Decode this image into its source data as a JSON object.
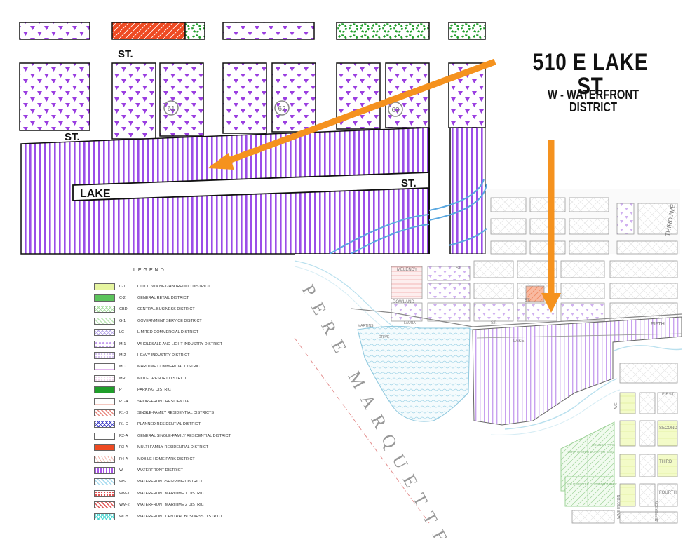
{
  "title": "510 E LAKE ST",
  "subtitle": "W - WATERFRONT DISTRICT",
  "top_map": {
    "labels": [
      "ST.",
      "ST.",
      "LAKE",
      "ST."
    ],
    "parcel_numbers": [
      "61",
      "62",
      "63"
    ]
  },
  "bottom_map": {
    "street_labels": [
      "MELENDY",
      "ST.",
      "DOWLAND",
      "ST.",
      "LAKE",
      "ST.",
      "MARTINS",
      "DRIVE",
      "LAURA",
      "FIFTH",
      "FIRST",
      "SECOND",
      "THIRD",
      "FOURTH",
      "THIRD AVE",
      "AVE",
      "WASHINGTON",
      "JEFFERSON"
    ],
    "park_labels": [
      "NORTH PETER DUPETOR PARK",
      "CONNOR PARK",
      "SOUTH PETER DUPETOR PARK",
      "COUNTY PARK"
    ],
    "lake_label": "PERE MARQUETTE"
  },
  "legend": {
    "title": "LEGEND",
    "items": [
      {
        "code": "C-1",
        "desc": "OLD TOWN NEIGHBORHOOD DISTRICT",
        "color": "#e6f5a0",
        "pattern": "solid"
      },
      {
        "code": "C-2",
        "desc": "GENERAL RETAIL DISTRICT",
        "color": "#5cc45c",
        "pattern": "solid"
      },
      {
        "code": "CBD",
        "desc": "CENTRAL BUSINESS DISTRICT",
        "color": "#a8e0a0",
        "pattern": "cross"
      },
      {
        "code": "G-1",
        "desc": "GOVERNMENT SERVICE DISTRICT",
        "color": "#bfe8b8",
        "pattern": "diag"
      },
      {
        "code": "LC",
        "desc": "LIMITED COMMERCIAL DISTRICT",
        "color": "#b8a8ea",
        "pattern": "cross"
      },
      {
        "code": "M-1",
        "desc": "WHOLESALE AND LIGHT INDUSTRY DISTRICT",
        "color": "#c7a0f0",
        "pattern": "hearts"
      },
      {
        "code": "M-2",
        "desc": "HEAVY INDUSTRY DISTRICT",
        "color": "#d8c4f2",
        "pattern": "dots"
      },
      {
        "code": "MC",
        "desc": "MARITIME COMMERCIAL DISTRICT",
        "color": "#e2b5ee",
        "pattern": "hlines"
      },
      {
        "code": "MR",
        "desc": "MOTEL-RESORT DISTRICT",
        "color": "#f3d8f0",
        "pattern": "dots"
      },
      {
        "code": "P",
        "desc": "PARKING DISTRICT",
        "color": "#1f9e2a",
        "pattern": "solid"
      },
      {
        "code": "R1-A",
        "desc": "SHOREFRONT RESIDENTIAL",
        "color": "#f4c8c0",
        "pattern": "hlines"
      },
      {
        "code": "R1-B",
        "desc": "SINGLE-FAMILY RESIDENTIAL DISTRICTS",
        "color": "#e98a80",
        "pattern": "diag"
      },
      {
        "code": "R1-C",
        "desc": "PLANNED RESIDENTIAL DISTRICT",
        "color": "#3e3ec8",
        "pattern": "cross"
      },
      {
        "code": "R2-A",
        "desc": "GENERAL SINGLE-FAMILY RESIDENTIAL DISTRICT",
        "color": "#ffffff",
        "pattern": "solid"
      },
      {
        "code": "R3-A",
        "desc": "MULTI-FAMILY RESIDENTIAL DISTRICT",
        "color": "#ee4a22",
        "pattern": "solid"
      },
      {
        "code": "R4-A",
        "desc": "MOBILE HOME PARK DISTRICT",
        "color": "#f3b8b0",
        "pattern": "zigzag"
      },
      {
        "code": "W",
        "desc": "WATERFRONT DISTRICT",
        "color": "#a855e8",
        "pattern": "vlines"
      },
      {
        "code": "WS",
        "desc": "WATERFRONT/SHIPPING DISTRICT",
        "color": "#a8dcf0",
        "pattern": "diag"
      },
      {
        "code": "WM-1",
        "desc": "WATERFRONT MARITIME 1 DISTRICT",
        "color": "#e04848",
        "pattern": "dots"
      },
      {
        "code": "WM-2",
        "desc": "WATERFRONT MARITIME 2 DISTRICT",
        "color": "#e25a5a",
        "pattern": "diag"
      },
      {
        "code": "WCB",
        "desc": "WATERFRONT CENTRAL BUSINESS DISTRICT",
        "color": "#45d6d0",
        "pattern": "cross"
      }
    ]
  },
  "colors": {
    "arrow": "#f5921e",
    "waterfront": "#9b4de8",
    "m1": "#9a3ee0",
    "r3a": "#ee4a22",
    "parking": "#1f9e2a",
    "water": "#5aa8e0"
  }
}
